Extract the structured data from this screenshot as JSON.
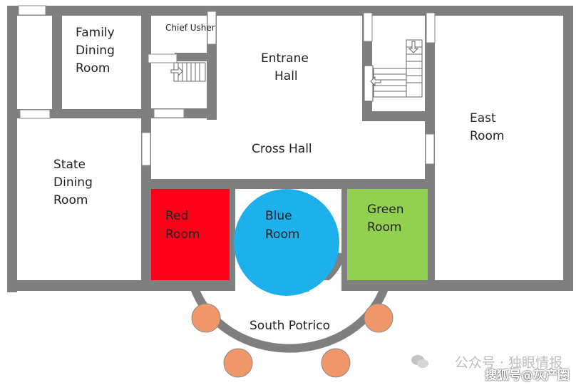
{
  "rooms": {
    "family_dining": [
      "Family",
      "Dining",
      "Room"
    ],
    "chief_usher": "Chief Usher",
    "entrance_hall": [
      "Entrane",
      "Hall"
    ],
    "east_room": [
      "East",
      "Room"
    ],
    "cross_hall": "Cross Hall",
    "state_dining": [
      "State",
      "Dining",
      "Room"
    ],
    "red_room": [
      "Red",
      "Room"
    ],
    "blue_room": [
      "Blue",
      "Room"
    ],
    "green_room": [
      "Green",
      "Room"
    ],
    "south_portico": "South Potrico"
  },
  "colors": {
    "wall": "#7f7f7f",
    "red_room": "#ff0019",
    "blue_room": "#1eb0ec",
    "green_room": "#92d050",
    "column": "#f0976a",
    "column_stroke": "#888888"
  },
  "watermark": {
    "line1": "公众号 · 独眼情报",
    "line2": "搜狐号@灰产圈"
  }
}
